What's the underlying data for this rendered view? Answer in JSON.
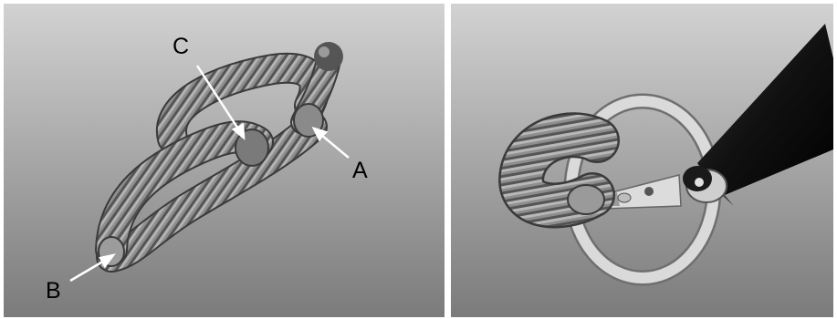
{
  "figure": {
    "left_panel": {
      "labels": {
        "a": "A",
        "b": "B",
        "c": "C"
      }
    },
    "right_panel": {}
  },
  "colors": {
    "background_top": "#cfcfcf",
    "background_bottom": "#7d7d7d",
    "coil_rope": "#8c8c8c",
    "ring": "#d4d4d4",
    "rod": "#151515",
    "arrow": "#ffffff"
  }
}
